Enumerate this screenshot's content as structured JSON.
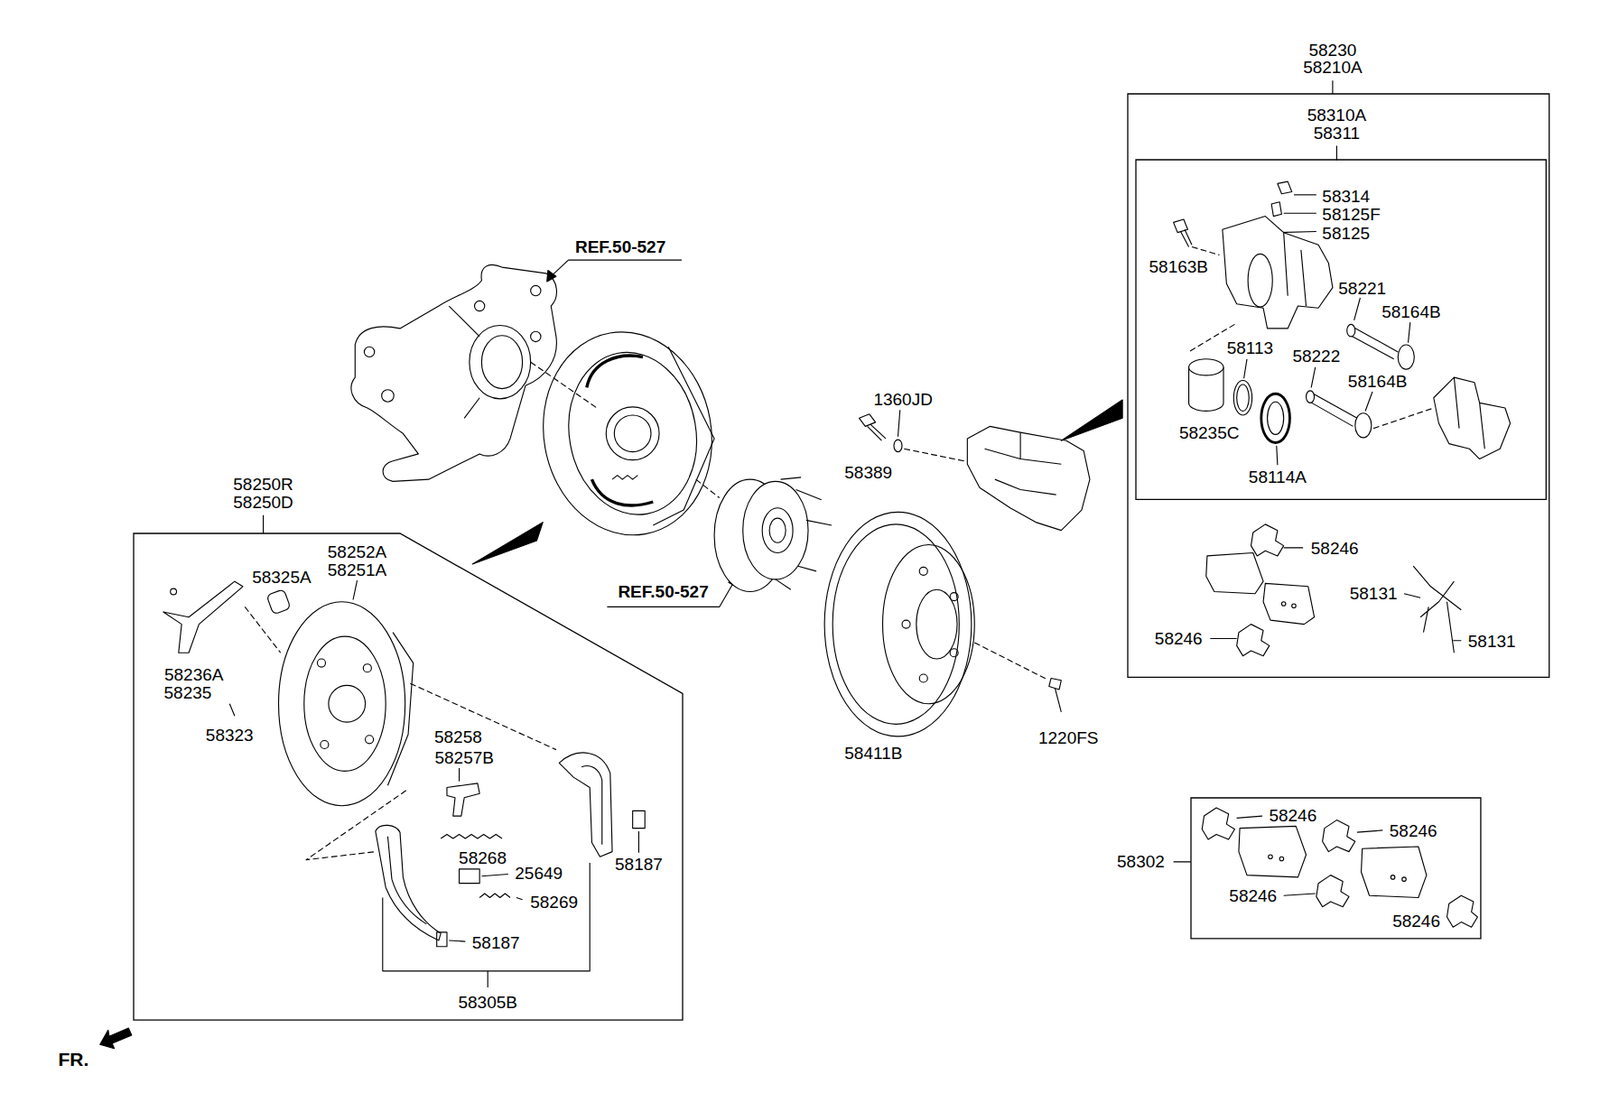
{
  "diagram": {
    "nodes": [
      {
        "text": [
          "58250R",
          "58250D"
        ]
      },
      {
        "text": [
          "58230",
          "58210A"
        ]
      },
      {
        "text": [
          "58310A",
          "58311"
        ],
        "in": 1
      },
      {
        "text": [
          "58302"
        ]
      }
    ],
    "labels": [
      "REF.50-527",
      "REF.50-527",
      "1360JD",
      "58389",
      "58411B",
      "1220FS",
      "58314",
      "58125F",
      "58125",
      "58163B",
      "58221",
      "58164B",
      "58113",
      "58222",
      "58164B",
      "58235C",
      "58114A",
      "58246",
      "58131",
      "58246",
      "58131",
      "58246",
      "58246",
      "58246",
      "58246",
      "58252A",
      "58251A",
      "58325A",
      "58236A",
      "58235",
      "58323",
      "58258",
      "58257B",
      "58268",
      "25649",
      "58187",
      "58269",
      "58187",
      "58305B",
      "FR."
    ]
  }
}
